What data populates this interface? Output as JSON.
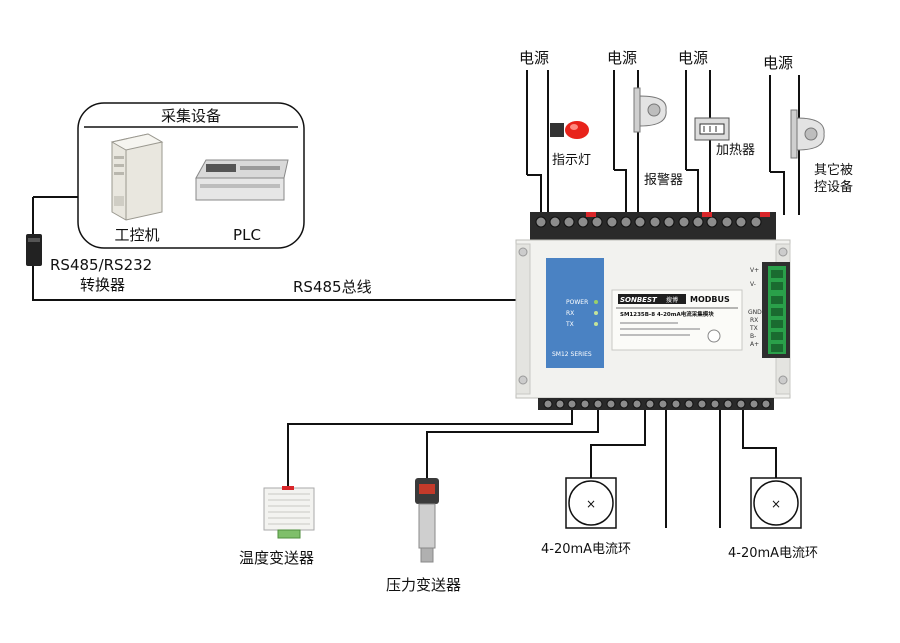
{
  "diagram": {
    "acquisition_group": {
      "title": "采集设备",
      "items": [
        "工控机",
        "PLC"
      ]
    },
    "converter": {
      "line1": "RS485/RS232",
      "line2": "转换器"
    },
    "bus_label": "RS485总线",
    "power_labels": [
      "电源",
      "电源",
      "电源",
      "电源"
    ],
    "outputs": {
      "indicator": "指示灯",
      "alarm": "报警器",
      "heater": "加热器",
      "other_line1": "其它被",
      "other_line2": "控设备"
    },
    "module": {
      "brand": "SONBEST",
      "brand_cn": "搜博",
      "protocol": "MODBUS",
      "model": "SM1235B-8 4-20mA电流采集模块",
      "series": "SM12 SERIES",
      "leds": [
        "POWER",
        "RX",
        "TX"
      ],
      "terminals_right": [
        "V+",
        "V-",
        "GND",
        "RX",
        "TX",
        "B-",
        "A+"
      ]
    },
    "sensors": {
      "temperature": "温度变送器",
      "pressure": "压力变送器",
      "current_loop_1": "4-20mA电流环",
      "current_loop_2": "4-20mA电流环"
    }
  }
}
